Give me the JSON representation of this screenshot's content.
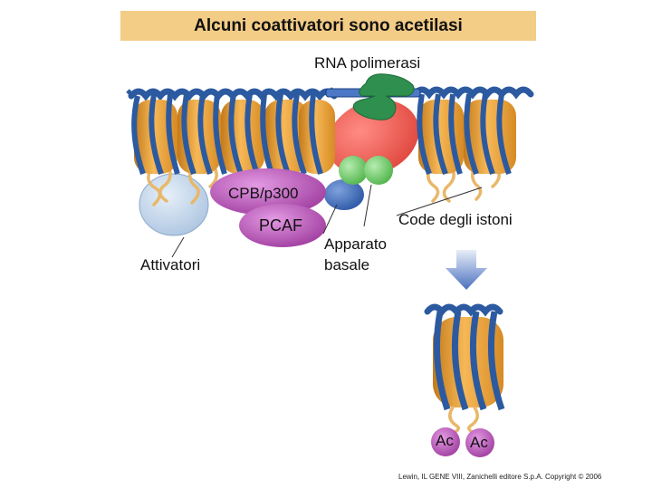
{
  "title": "Alcuni coattivatori sono acetilasi",
  "labels": {
    "rna_polymerase": "RNA polimerasi",
    "cpb_p300": "CPB/p300",
    "pcaf": "PCAF",
    "histone_tails": "Code degli istoni",
    "basal_apparatus_line1": "Apparato",
    "basal_apparatus_line2": "basale",
    "activators": "Attivatori",
    "ac_left": "Ac",
    "ac_right": "Ac"
  },
  "credit": "Lewin, IL GENE VIII, Zanichelli editore S.p.A. Copyright © 2006",
  "colors": {
    "title_bg": "#f3cc86",
    "histone_core": "#f0a93c",
    "dna": "#2c5aa0",
    "rna_polymerase": "#2e8b57",
    "basal_red": "#ee5f55",
    "basal_green": "#7fcf7a",
    "acetylase": "#b44fb4",
    "activator": "#c3d7ec",
    "arrow": "#5b7fc4"
  }
}
